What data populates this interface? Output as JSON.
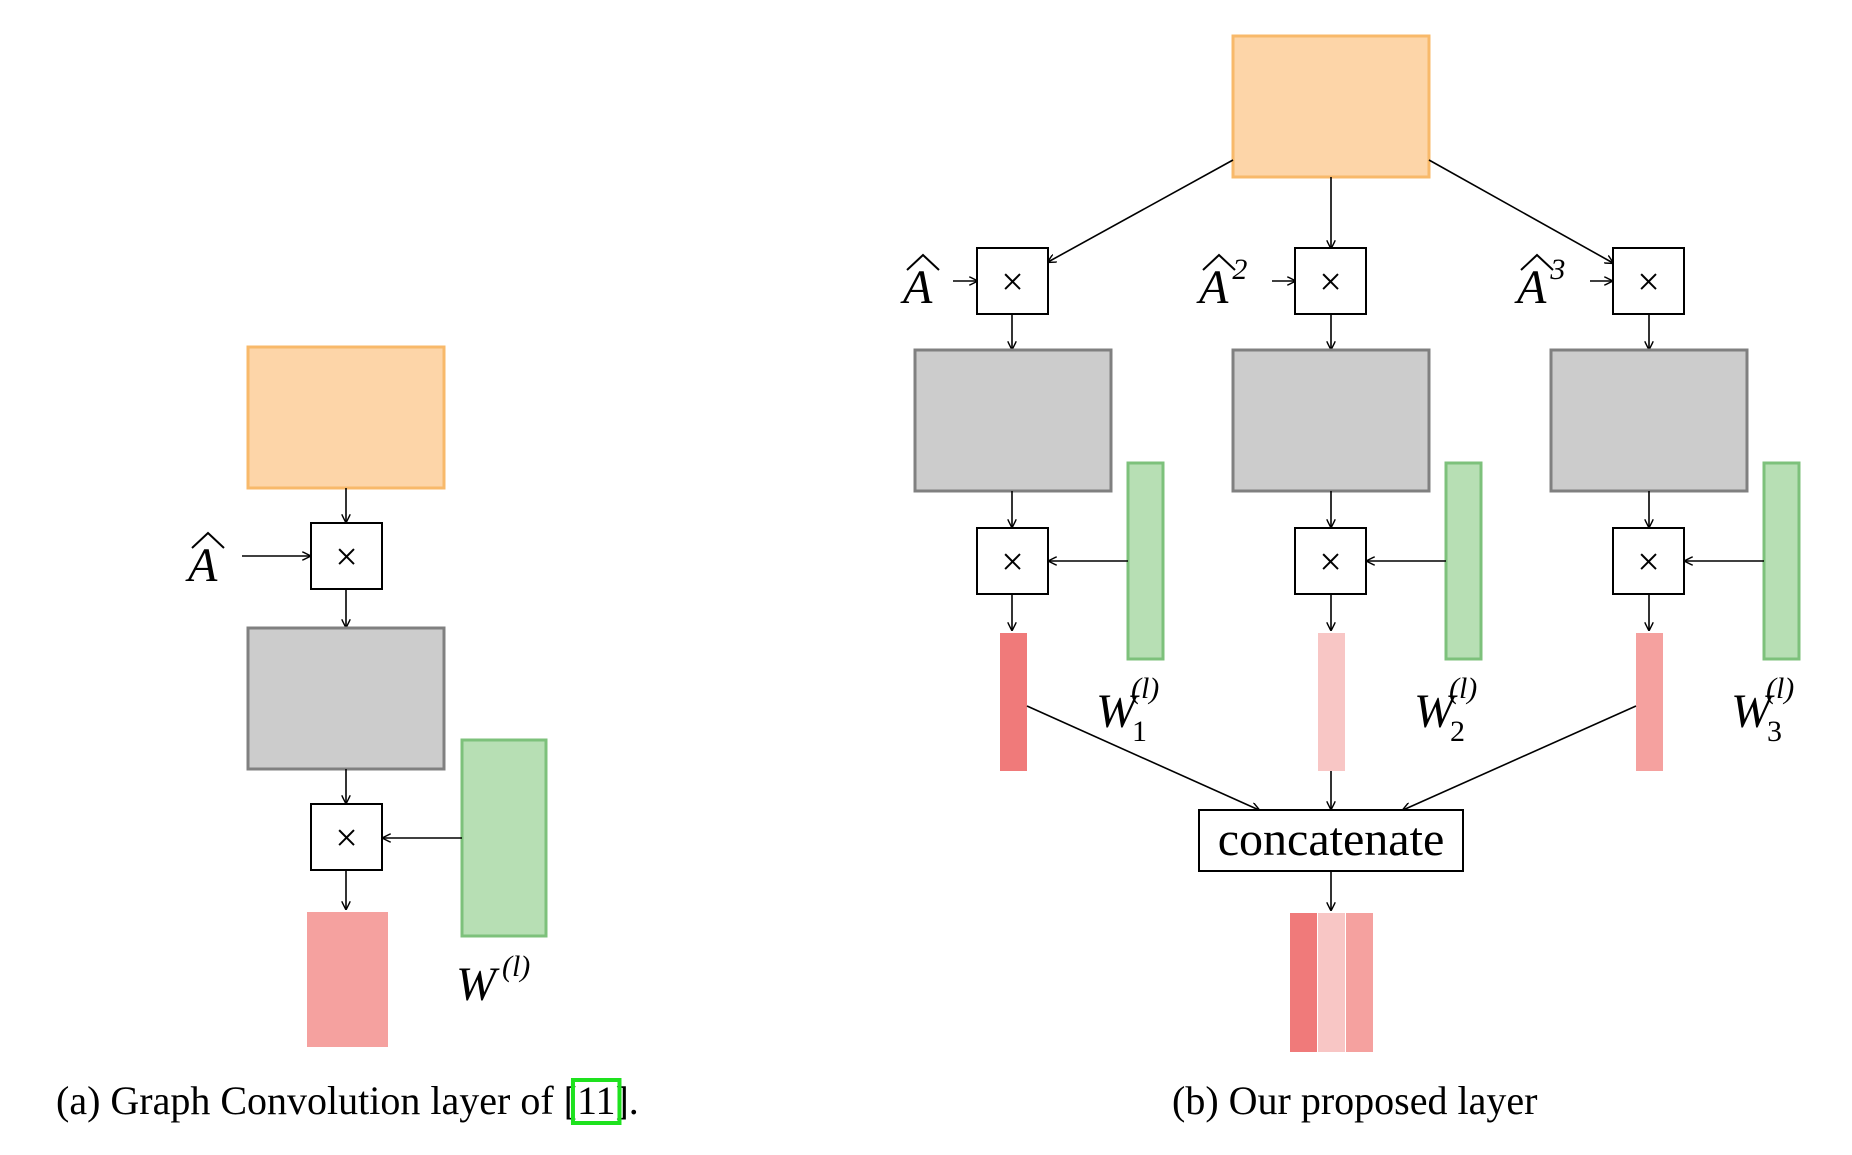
{
  "panel_a": {
    "a_hat_label": "A",
    "multiply_symbol": "×",
    "weight_label_base": "W",
    "weight_label_sup": "(l)",
    "caption_prefix": "(a) Graph Convolution layer of [",
    "caption_ref": "11",
    "caption_suffix": "]."
  },
  "panel_b": {
    "branches": [
      {
        "a_label": "A",
        "a_power": "",
        "weight_base": "W",
        "weight_sub": "1",
        "weight_sup": "(l)"
      },
      {
        "a_label": "A",
        "a_power": "2",
        "weight_base": "W",
        "weight_sub": "2",
        "weight_sup": "(l)"
      },
      {
        "a_label": "A",
        "a_power": "3",
        "weight_base": "W",
        "weight_sub": "3",
        "weight_sup": "(l)"
      }
    ],
    "multiply_symbol": "×",
    "concat_label": "concatenate",
    "caption": "(b) Our proposed layer"
  },
  "colors": {
    "input_fill": "#fdd5a8",
    "input_stroke": "#f8b96a",
    "hidden_fill": "#cccccc",
    "hidden_stroke": "#808080",
    "weight_fill": "#b7dfb4",
    "weight_stroke": "#7dc17b",
    "output_a": "#f5a19f",
    "output_b1": "#f07a7a",
    "output_b2": "#f8c6c5",
    "output_b3": "#f5a19f",
    "ref_box": "#1ee21e"
  }
}
